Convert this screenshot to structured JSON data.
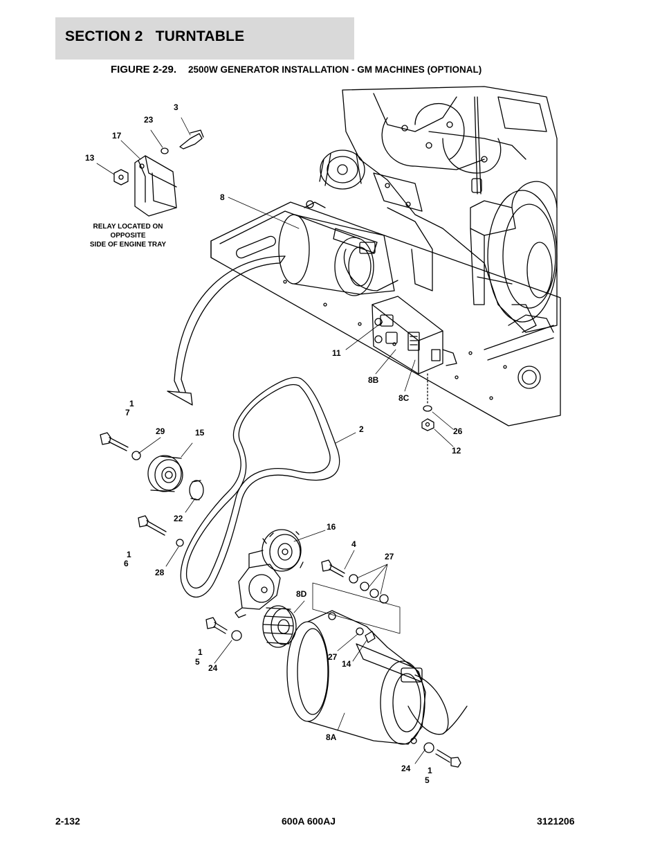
{
  "header": {
    "section": "SECTION 2   TURNTABLE"
  },
  "figure": {
    "number": "FIGURE 2-29.",
    "caption": "2500W GENERATOR INSTALLATION - GM MACHINES (OPTIONAL)"
  },
  "relay_note": [
    "RELAY LOCATED ON",
    "OPPOSITE",
    "SIDE OF ENGINE TRAY"
  ],
  "callouts": {
    "c3": "3",
    "c23": "23",
    "c17": "17",
    "c13": "13",
    "c8": "8",
    "c11": "11",
    "c8B": "8B",
    "c8C": "8C",
    "c26": "26",
    "c12": "12",
    "c17b_top": "1",
    "c17b_bottom": "7",
    "c29": "29",
    "c15": "15",
    "c2": "2",
    "c22": "22",
    "c16": "16",
    "c16_top": "1",
    "c16_bottom": "6",
    "c28": "28",
    "c4": "4",
    "c27": "27",
    "c8D": "8D",
    "c15a_top": "1",
    "c15a_bottom": "5",
    "c24": "24",
    "c27b": "27",
    "c14": "14",
    "c8A": "8A",
    "c24b": "24",
    "c15b_top": "1",
    "c15b_bottom": "5"
  },
  "footer": {
    "page": "2-132",
    "model": "600A 600AJ",
    "doc_number": "3121206"
  }
}
